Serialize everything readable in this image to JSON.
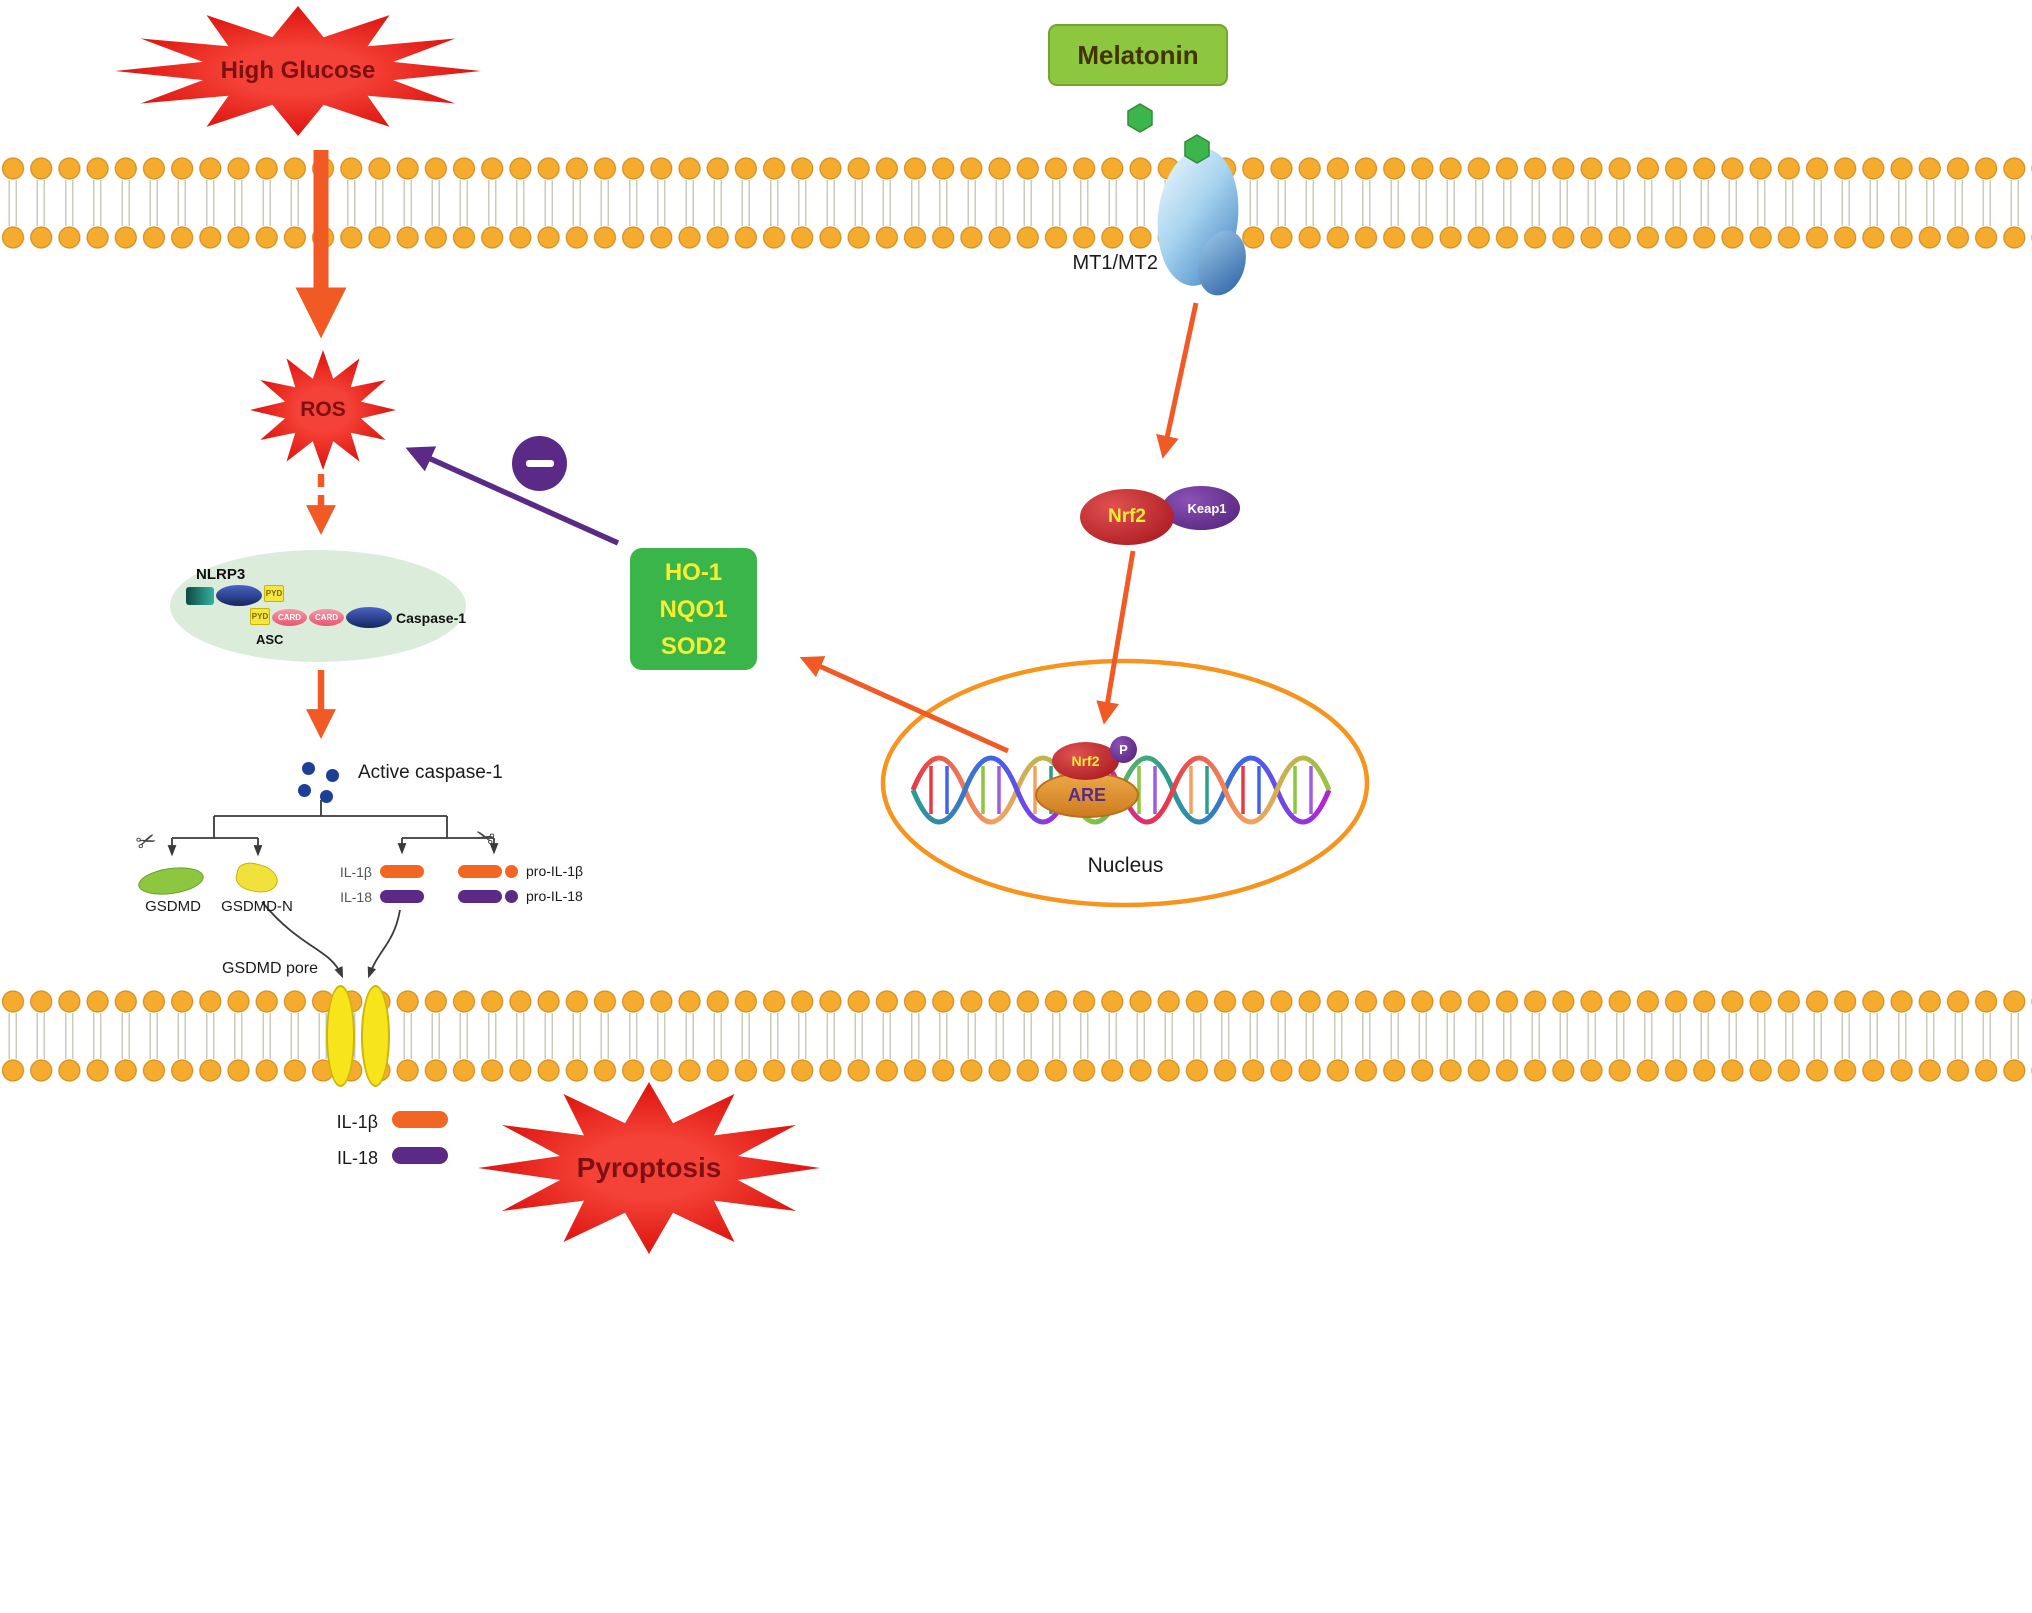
{
  "labels": {
    "high_glucose": "High Glucose",
    "ros": "ROS",
    "melatonin": "Melatonin",
    "receptor": "MT1/MT2",
    "nlrp3": "NLRP3",
    "asc": "ASC",
    "caspase1": "Caspase-1",
    "pyd": "PYD",
    "card": "CARD",
    "active_caspase1": "Active caspase-1",
    "gsdmd": "GSDMD",
    "gsdmd_n": "GSDMD-N",
    "il1b": "IL-1β",
    "il18": "IL-18",
    "pro_il1b": "pro-IL-1β",
    "pro_il18": "pro-IL-18",
    "gsdmd_pore": "GSDMD pore",
    "il1b_released": "IL-1β",
    "il18_released": "IL-18",
    "pyroptosis": "Pyroptosis",
    "nrf2": "Nrf2",
    "keap1": "Keap1",
    "nrf2_nuclear": "Nrf2",
    "phospho": "P",
    "are": "ARE",
    "nucleus": "Nucleus",
    "gene1": "HO-1",
    "gene2": "NQO1",
    "gene3": "SOD2"
  },
  "icons": {
    "scissors": "✂"
  },
  "colors": {
    "star_red": "#e01b14",
    "star_text_maroon": "#7f1012",
    "arrow_orange": "#f15a24",
    "inhibit_purple": "#5b2a86",
    "melatonin_green": "#8dc63f",
    "gene_box_green": "#3ab54a",
    "gene_text_yellow": "#f9ed32",
    "nrf2_red": "#c0272d",
    "keap1_purple": "#662d91",
    "membrane_head_orange": "#f5ab2e",
    "pore_yellow": "#f7e41b",
    "il1b_orange": "#f26522",
    "il18_purple": "#5b2a86",
    "are_orange": "#e09a3c",
    "nucleus_border_orange": "#f7941d",
    "gsdmd_green": "#8dc63f",
    "gsdmd_n_yellow": "#f0e13c"
  }
}
